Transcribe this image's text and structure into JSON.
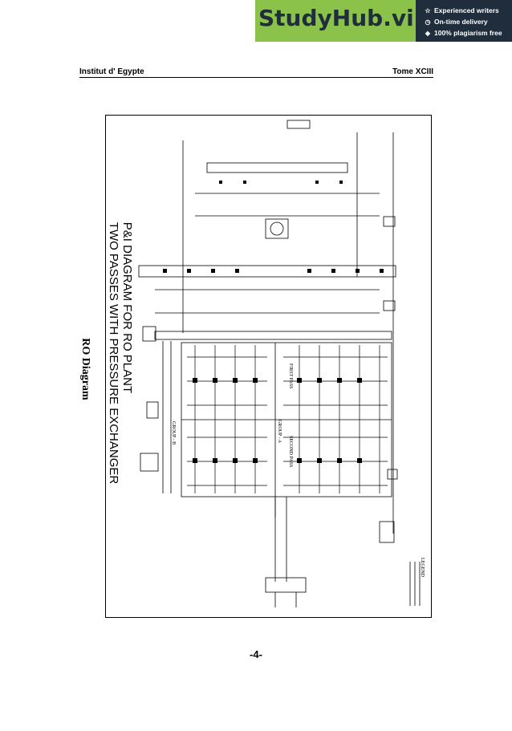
{
  "banner": {
    "brand": "StudyHub.vip",
    "features": [
      {
        "icon": "star-icon",
        "text": "Experienced writers"
      },
      {
        "icon": "clock-icon",
        "text": "On-time delivery"
      },
      {
        "icon": "shield-icon",
        "text": "100% plagiarism free"
      }
    ]
  },
  "header": {
    "left": "Institut d' Egypte",
    "right": "Tome XCIII"
  },
  "figure": {
    "title_line1": "P&I DIAGRAM FOR  RO PLANT",
    "title_line2": "TWO PASSES WITH PRESSURE EXCHANGER",
    "labels": {
      "first_pass": "FIRST PASS",
      "second_pass": "SECOND PASS",
      "group_a": "GROUP - A",
      "group_b": "GROUP - B",
      "legend": "LEGEND"
    },
    "caption": "RO Diagram"
  },
  "footer": {
    "page_number": "-4-"
  }
}
